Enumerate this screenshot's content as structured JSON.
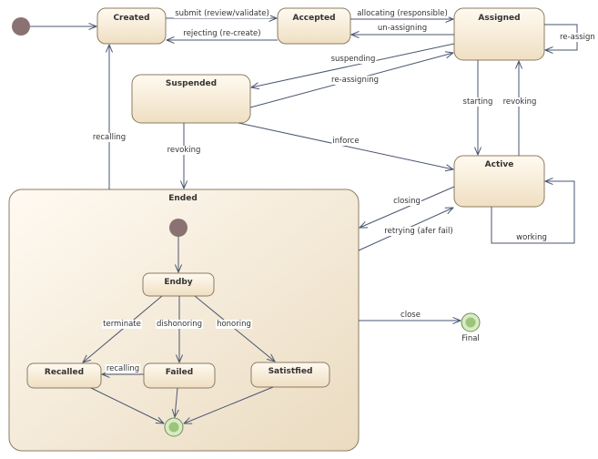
{
  "colors": {
    "state_fill_top": "#fffaf0",
    "state_fill_bottom": "#efdfc2",
    "ended_fill_top": "#fffaf2",
    "ended_fill_bottom": "#eadbc0",
    "state_border": "#8c7b63",
    "edge": "#4a5670",
    "initial_node": "#8a7272",
    "final_outer": "#d9ebc4",
    "final_inner": "#9cc47a"
  },
  "states": {
    "created": "Created",
    "accepted": "Accepted",
    "assigned": "Assigned",
    "suspended": "Suspended",
    "active": "Active",
    "ended": "Ended",
    "endby": "Endby",
    "recalled": "Recalled",
    "failed": "Failed",
    "satisfied": "Satistfied"
  },
  "final_label": "Final",
  "transitions": {
    "submit": "submit (review/validate)",
    "rejecting": "rejecting (re-create)",
    "allocating": "allocating (responsible)",
    "unassigning": "un-assigning",
    "reassign_self": "re-assign",
    "suspending": "suspending",
    "reassigning": "re-assigning",
    "starting": "starting",
    "revoking_assigned": "revoking",
    "inforce": "inforce",
    "recalling_created": "recalling",
    "revoking_ended": "revoking",
    "closing": "closing",
    "retrying": "retrying (afer fail)",
    "working": "working",
    "close": "close",
    "terminate": "terminate",
    "dishonoring": "dishonoring",
    "honoring": "honoring",
    "recalling_failed": "recalling"
  }
}
